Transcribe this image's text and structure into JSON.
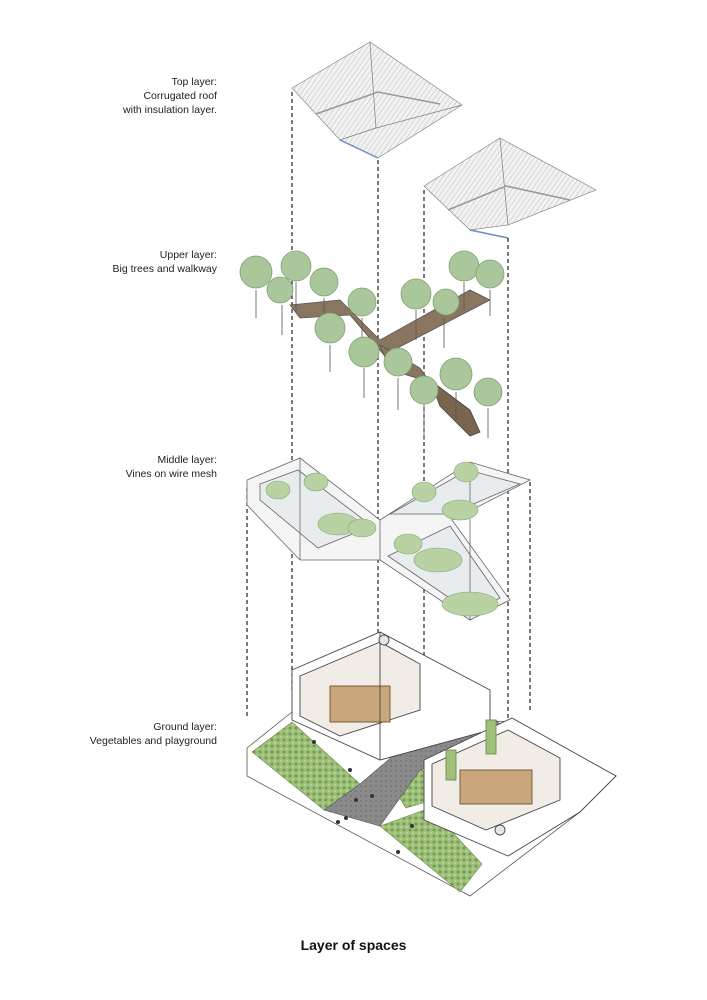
{
  "layers": [
    {
      "name": "Top layer:",
      "lines": [
        "Corrugated roof",
        "with insulation layer."
      ]
    },
    {
      "name": "Upper layer:",
      "lines": [
        "Big trees and walkway"
      ]
    },
    {
      "name": "Middle layer:",
      "lines": [
        "Vines on wire mesh"
      ]
    },
    {
      "name": "Ground layer:",
      "lines": [
        "Vegetables and playground"
      ]
    }
  ],
  "caption": "Layer of spaces"
}
